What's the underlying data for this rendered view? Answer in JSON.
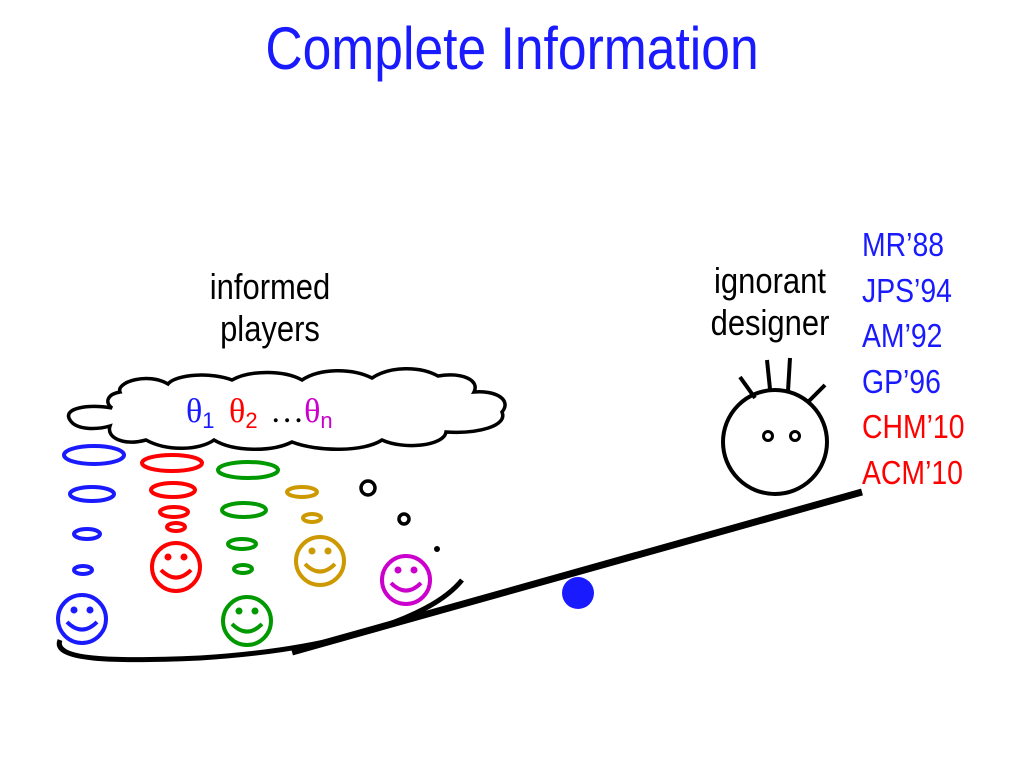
{
  "title": "Complete Information",
  "players_label": {
    "line1": "informed",
    "line2": "players"
  },
  "designer_label": {
    "line1": "ignorant",
    "line2": "designer"
  },
  "thought_cloud": {
    "theta_symbol": "θ",
    "subscripts": [
      "1",
      "2",
      "n"
    ],
    "ellipsis": "…",
    "colors": [
      "#1a1aff",
      "#ff0000",
      "#cc00cc"
    ]
  },
  "references": [
    {
      "text": "MR’88",
      "color": "#1a1aff"
    },
    {
      "text": "JPS’94",
      "color": "#1a1aff"
    },
    {
      "text": "AM’92",
      "color": "#1a1aff"
    },
    {
      "text": "GP’96",
      "color": "#1a1aff"
    },
    {
      "text": "CHM’10",
      "color": "#ff0000"
    },
    {
      "text": "ACM’10",
      "color": "#ff0000"
    }
  ],
  "players": [
    {
      "color": "#1a1aff",
      "icon": "smiley-face-icon"
    },
    {
      "color": "#ff0000",
      "icon": "smiley-face-icon"
    },
    {
      "color": "#009900",
      "icon": "smiley-face-icon"
    },
    {
      "color": "#cc9900",
      "icon": "smiley-face-icon"
    },
    {
      "color": "#cc00cc",
      "icon": "smiley-face-icon"
    }
  ],
  "designer": {
    "color": "#000000",
    "icon": "designer-face-icon"
  },
  "fulcrum": {
    "color": "#1a1aff",
    "icon": "fulcrum-dot-icon"
  }
}
